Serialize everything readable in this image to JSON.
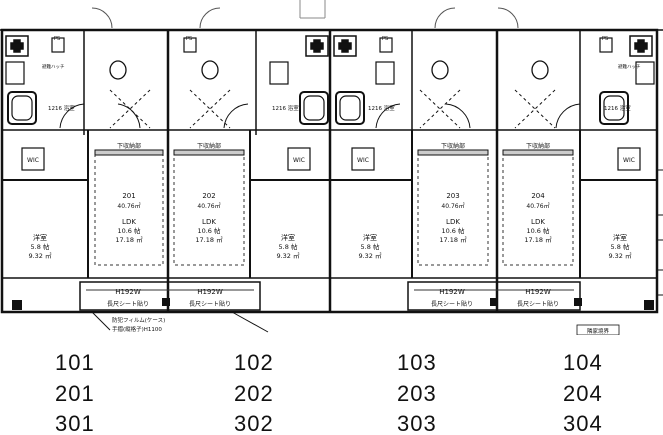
{
  "plan": {
    "units": [
      {
        "id": "201",
        "area": "40.76㎡",
        "ldk": "LDK",
        "ldk_jo": "10.6 帖",
        "ldk_m2": "17.18 ㎡",
        "storage": "下収納部",
        "closet": "H192W",
        "note": "長尺シート貼り"
      },
      {
        "id": "202",
        "area": "40.76㎡",
        "ldk": "LDK",
        "ldk_jo": "10.6 帖",
        "ldk_m2": "17.18 ㎡",
        "storage": "下収納部",
        "closet": "H192W",
        "note": "長尺シート貼り"
      },
      {
        "id": "203",
        "area": "40.76㎡",
        "ldk": "LDK",
        "ldk_jo": "10.6 帖",
        "ldk_m2": "17.18 ㎡",
        "storage": "下収納部",
        "closet": "H192W",
        "note": "長尺シート貼り"
      },
      {
        "id": "204",
        "area": "40.76㎡",
        "ldk": "LDK",
        "ldk_jo": "10.6 帖",
        "ldk_m2": "17.18 ㎡",
        "storage": "下収納部",
        "closet": "H192W",
        "note": "長尺シート貼り"
      }
    ],
    "western_room": {
      "name": "洋室",
      "jo": "5.8 帖",
      "m2": "9.32 ㎡"
    },
    "wic_label": "WIC",
    "bath_label": "1216 浴室",
    "pantry_label": "PS",
    "fire_exit": "避難ハッチ",
    "bottom_note_1": "防犯フィルム(ケース)",
    "bottom_note_2": "手摺(縦格子)H1100",
    "corner_note": "隣家境界"
  },
  "unit_numbers": [
    [
      "101",
      "102",
      "103",
      "104"
    ],
    [
      "201",
      "202",
      "203",
      "204"
    ],
    [
      "301",
      "302",
      "303",
      "304"
    ]
  ]
}
